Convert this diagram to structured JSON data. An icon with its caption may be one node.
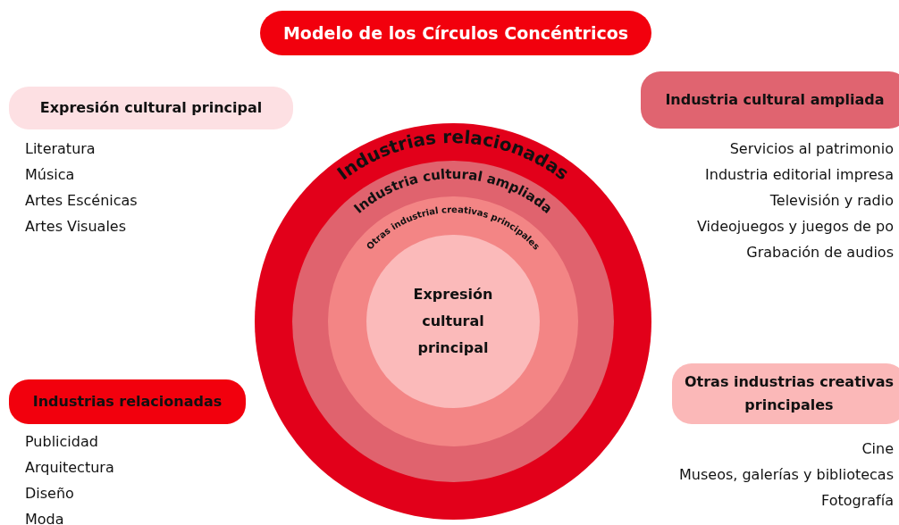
{
  "diagram": {
    "title": "Modelo de los Círculos Concéntricos",
    "nodes": [
      {
        "text": [
          "Expresión cultural principal"
        ],
        "beside": [
          "Literatura",
          "Música",
          "Artes Escénicas",
          "Artes Visuales"
        ]
      },
      {
        "text": [
          "Industria cultural ampliada"
        ],
        "beside": [
          "Servicios al patrimonio",
          "Industria editorial impresa",
          "Televisión y radio",
          "Videojuegos y juegos de po",
          "Grabación de audios"
        ]
      },
      {
        "text": [
          "Industrias relacionadas"
        ]
      },
      {
        "text": [
          "Industria cultural ampliada"
        ],
        "in": 2
      },
      {
        "text": [
          "Otras industrial creativas principales"
        ],
        "in": 3
      },
      {
        "text": [
          "Expresión cultural principal"
        ],
        "in": 4
      },
      {
        "text": [
          "Industrias relacionadas"
        ],
        "beside": [
          "Publicidad",
          "Arquitectura",
          "Diseño",
          "Moda"
        ]
      },
      {
        "text": [
          "Otras industrias creativas principales"
        ],
        "beside": [
          "Cine",
          "Museos, galerías y bibliotecas",
          "Fotografía"
        ]
      }
    ],
    "edges": []
  }
}
